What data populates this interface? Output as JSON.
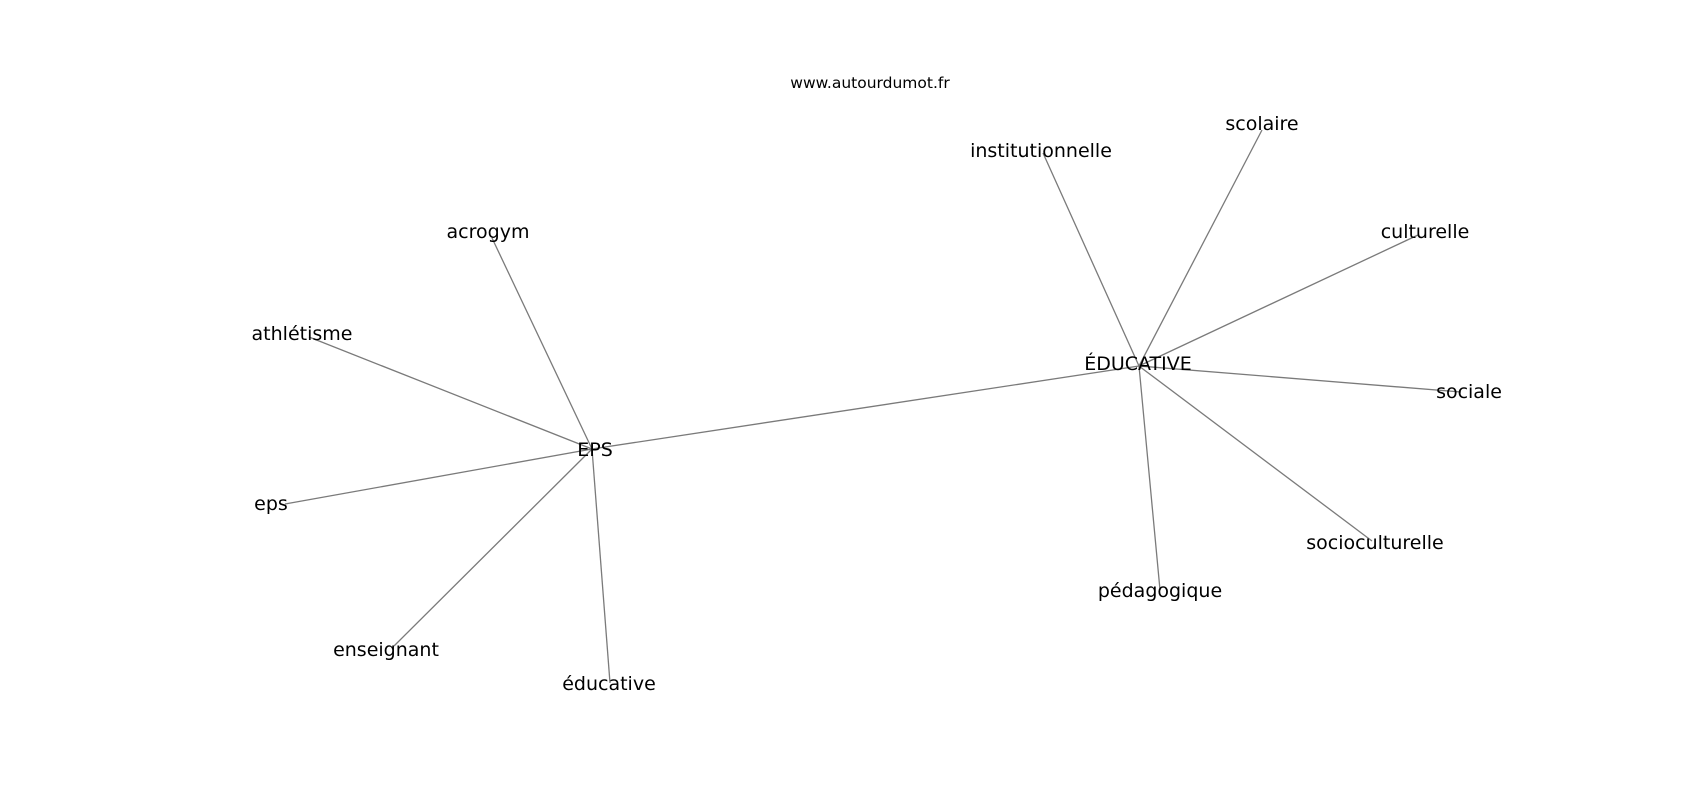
{
  "source_text": "www.autourdumot.fr",
  "nodes": [
    {
      "id": "eps_hub",
      "label": "EPS"
    },
    {
      "id": "educative_hub",
      "label": "ÉDUCATIVE"
    },
    {
      "id": "acrogym",
      "label": "acrogym"
    },
    {
      "id": "athletisme",
      "label": "athlétisme"
    },
    {
      "id": "eps",
      "label": "eps"
    },
    {
      "id": "enseignant",
      "label": "enseignant"
    },
    {
      "id": "educative",
      "label": "éducative"
    },
    {
      "id": "institutionnelle",
      "label": "institutionnelle"
    },
    {
      "id": "scolaire",
      "label": "scolaire"
    },
    {
      "id": "culturelle",
      "label": "culturelle"
    },
    {
      "id": "sociale",
      "label": "sociale"
    },
    {
      "id": "socioculturelle",
      "label": "socioculturelle"
    },
    {
      "id": "pedagogique",
      "label": "pédagogique"
    }
  ],
  "edges": [
    {
      "from": "eps_hub",
      "to": "educative_hub"
    },
    {
      "from": "eps_hub",
      "to": "acrogym"
    },
    {
      "from": "eps_hub",
      "to": "athletisme"
    },
    {
      "from": "eps_hub",
      "to": "eps"
    },
    {
      "from": "eps_hub",
      "to": "enseignant"
    },
    {
      "from": "eps_hub",
      "to": "educative"
    },
    {
      "from": "educative_hub",
      "to": "institutionnelle"
    },
    {
      "from": "educative_hub",
      "to": "scolaire"
    },
    {
      "from": "educative_hub",
      "to": "culturelle"
    },
    {
      "from": "educative_hub",
      "to": "sociale"
    },
    {
      "from": "educative_hub",
      "to": "socioculturelle"
    },
    {
      "from": "educative_hub",
      "to": "pedagogique"
    }
  ]
}
